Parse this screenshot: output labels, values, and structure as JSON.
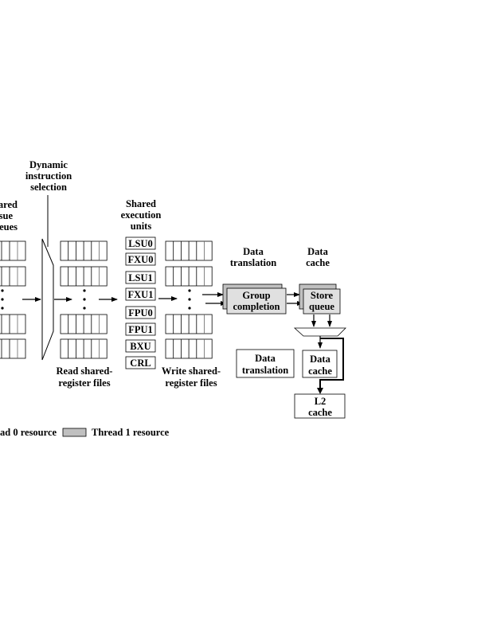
{
  "diagram": {
    "labels": {
      "dynamic_selection": [
        "Dynamic",
        "instruction",
        "selection"
      ],
      "shared_issue_queues": [
        "ared",
        "sue",
        "eues"
      ],
      "shared_execution_units": [
        "Shared",
        "execution",
        "units"
      ],
      "read_register_files": [
        "Read shared-",
        "register files"
      ],
      "write_register_files": [
        "Write shared-",
        "register files"
      ],
      "data_translation_top": [
        "Data",
        "translation"
      ],
      "data_cache_top": [
        "Data",
        "cache"
      ],
      "group_completion": [
        "Group",
        "completion"
      ],
      "store_queue": [
        "Store",
        "queue"
      ],
      "data_translation_box": [
        "Data",
        "translation"
      ],
      "data_cache_box": [
        "Data",
        "cache"
      ],
      "l2_cache": [
        "L2",
        "cache"
      ]
    },
    "execution_units": [
      "LSU0",
      "FXU0",
      "LSU1",
      "FXU1",
      "FPU0",
      "FPU1",
      "BXU",
      "CRL"
    ],
    "legend": [
      {
        "label": "ad 0 resource",
        "color": "#ffffff"
      },
      {
        "label": "Thread 1 resource",
        "color": "#c0c0c0"
      }
    ],
    "colors": {
      "thread0": "#ffffff",
      "thread1": "#c0c0c0",
      "stroke": "#000000",
      "box_fill": "#e0e0e0"
    }
  }
}
